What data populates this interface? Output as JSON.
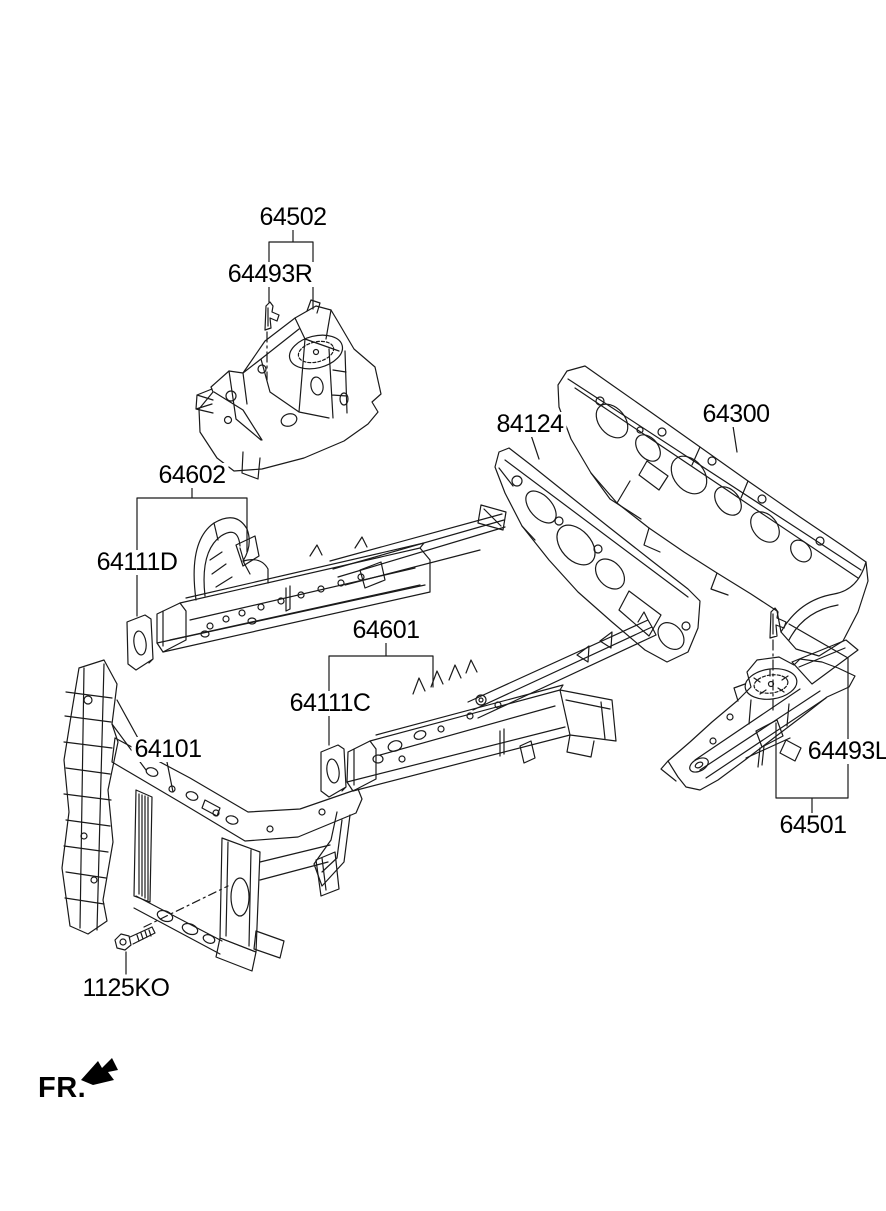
{
  "page": {
    "background": "#ffffff",
    "line_color": "#1a1a1a",
    "text_color": "#000000"
  },
  "labels": {
    "p64502": "64502",
    "p64493R": "64493R",
    "p64602": "64602",
    "p64111D": "64111D",
    "p84124": "84124",
    "p64300": "64300",
    "p64601": "64601",
    "p64111C": "64111C",
    "p64101": "64101",
    "p64493L": "64493L",
    "p64501": "64501",
    "p1125KO": "1125KO"
  },
  "direction_indicator": {
    "label": "FR.",
    "arrow_direction": "down-left"
  }
}
